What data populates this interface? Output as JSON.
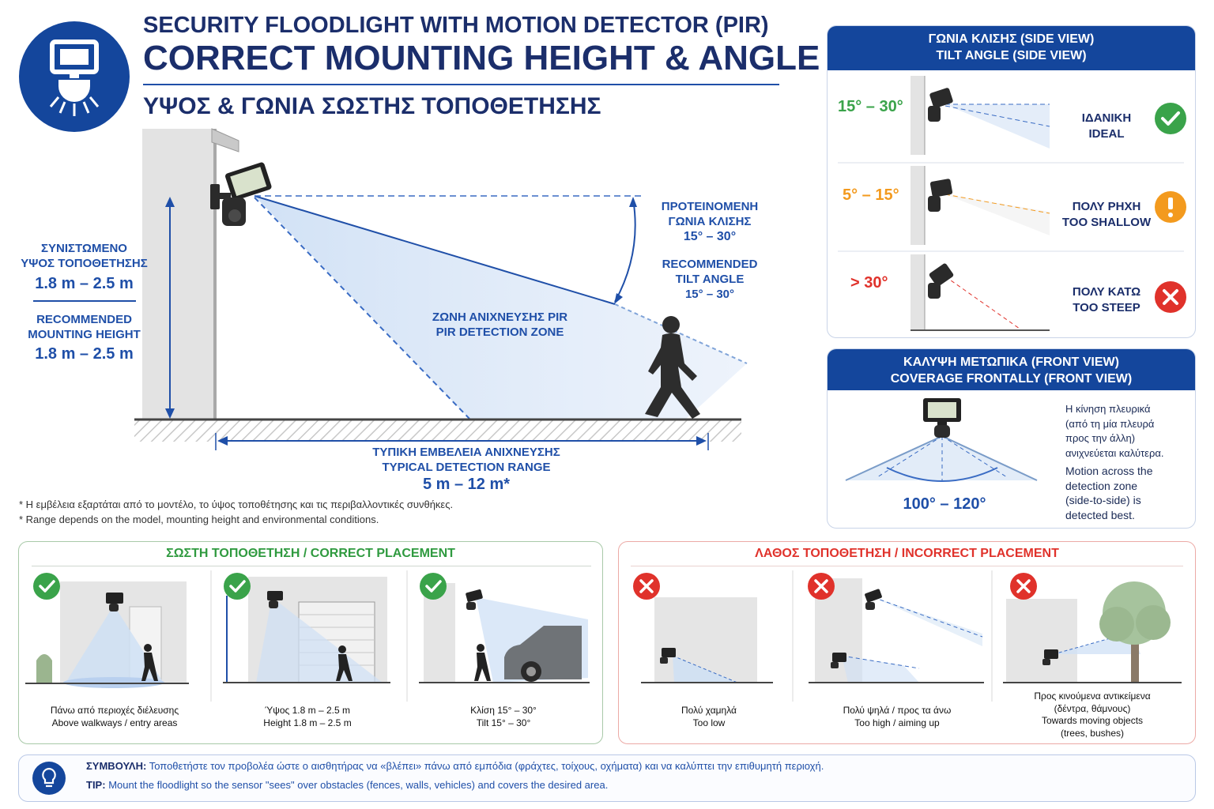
{
  "header": {
    "title_line1": "SECURITY FLOODLIGHT WITH MOTION DETECTOR (PIR)",
    "title_line2": "CORRECT MOUNTING HEIGHT & ANGLE",
    "title_greek": "ΥΨΟΣ & ΓΩΝΙΑ ΣΩΣΤΗΣ ΤΟΠΟΘΕΤΗΣΗΣ",
    "logo_icon": "floodlight-icon"
  },
  "main": {
    "height_gr_line1": "ΣΥΝΙΣΤΩΜΕΝΟ",
    "height_gr_line2": "ΥΨΟΣ ΤΟΠΟΘΕΤΗΣΗΣ",
    "height_gr_value": "1.8 m – 2.5 m",
    "height_en_line1": "RECOMMENDED",
    "height_en_line2": "MOUNTING HEIGHT",
    "height_en_value": "1.8 m – 2.5 m",
    "tilt_gr_line1": "ΠΡΟΤΕΙΝΟΜΕΝΗ",
    "tilt_gr_line2": "ΓΩΝΙΑ ΚΛΙΣΗΣ",
    "tilt_gr_value": "15° – 30°",
    "tilt_en_line1": "RECOMMENDED",
    "tilt_en_line2": "TILT ANGLE",
    "tilt_en_value": "15° – 30°",
    "zone_gr": "ΖΩΝΗ ΑΝΙΧΝΕΥΣΗΣ PIR",
    "zone_en": "PIR DETECTION ZONE",
    "range_gr": "ΤΥΠΙΚΗ ΕΜΒΕΛΕΙΑ ΑΝΙΧΝΕΥΣΗΣ",
    "range_en": "TYPICAL DETECTION RANGE",
    "range_value": "5 m – 12 m*",
    "note_gr": "* Η εμβέλεια εξαρτάται από το μοντέλο, το ύψος τοποθέτησης και τις περιβαλλοντικές συνθήκες.",
    "note_en": "* Range depends on the model, mounting height and environmental conditions."
  },
  "side_view": {
    "title_gr": "ΓΩΝΙΑ ΚΛΙΣΗΣ (SIDE VIEW)",
    "title_en": "TILT ANGLE (SIDE VIEW)",
    "rows": [
      {
        "angle": "15° – 30°",
        "label_gr": "ΙΔΑΝΙΚΗ",
        "label_en": "IDEAL",
        "color": "#3aa34a",
        "status_icon": "check-icon"
      },
      {
        "angle": "5° – 15°",
        "label_gr": "ΠΟΛΥ ΡΗΧΗ",
        "label_en": "TOO SHALLOW",
        "color": "#f39a1e",
        "status_icon": "warning-icon"
      },
      {
        "angle": "> 30°",
        "label_gr": "ΠΟΛΥ ΚΑΤΩ",
        "label_en": "TOO STEEP",
        "color": "#e0322b",
        "status_icon": "cross-icon"
      }
    ]
  },
  "front_view": {
    "title_gr": "ΚΑΛΥΨΗ ΜΕΤΩΠΙΚΑ (FRONT VIEW)",
    "title_en": "COVERAGE FRONTALLY (FRONT VIEW)",
    "angle": "100° – 120°",
    "text_gr": [
      "Η κίνηση πλευρικά",
      "(από τη μία πλευρά",
      "προς την άλλη)",
      "ανιχνεύεται καλύτερα."
    ],
    "text_en": [
      "Motion across the",
      "detection zone",
      "(side-to-side) is",
      "detected best."
    ]
  },
  "correct": {
    "title": "ΣΩΣΤΗ ΤΟΠΟΘΕΤΗΣΗ / CORRECT PLACEMENT",
    "color": "#2f9a3f",
    "items": [
      {
        "gr": "Πάνω από περιοχές διέλευσης",
        "en": "Above walkways / entry areas"
      },
      {
        "gr": "Ύψος 1.8 m – 2.5 m",
        "en": "Height 1.8 m – 2.5 m"
      },
      {
        "gr": "Κλίση 15° – 30°",
        "en": "Tilt 15° – 30°"
      }
    ]
  },
  "incorrect": {
    "title": "ΛΑΘΟΣ ΤΟΠΟΘΕΤΗΣΗ / INCORRECT PLACEMENT",
    "color": "#e0322b",
    "items": [
      {
        "gr": "Πολύ χαμηλά",
        "en": "Too low"
      },
      {
        "gr": "Πολύ ψηλά / προς τα άνω",
        "en": "Too high / aiming up"
      },
      {
        "gr": "Προς κινούμενα αντικείμενα",
        "gr2": "(δέντρα, θάμνους)",
        "en": "Towards moving objects",
        "en2": "(trees, bushes)"
      }
    ]
  },
  "tip": {
    "label_gr": "ΣΥΜΒΟΥΛΗ:",
    "text_gr": "Τοποθετήστε τον προβολέα ώστε ο αισθητήρας να «βλέπει» πάνω από εμπόδια (φράχτες, τοίχους, οχήματα) και να καλύπτει την επιθυμητή περιοχή.",
    "label_en": "TIP:",
    "text_en": "Mount the floodlight so the sensor \"sees\" over obstacles (fences, walls, vehicles) and covers the desired area.",
    "icon": "lightbulb-icon"
  }
}
